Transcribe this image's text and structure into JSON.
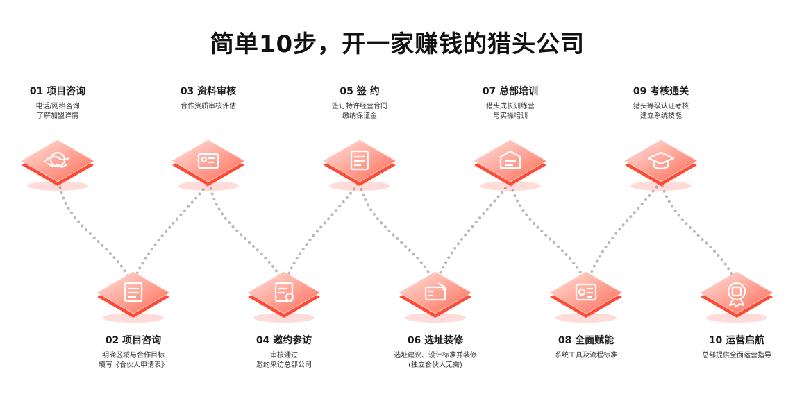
{
  "title": "简单10步，开一家赚钱的猎头公司",
  "accent_color": "#ff5a45",
  "steps": [
    {
      "label": "01 项目咨询",
      "desc": "电话/网络咨询\n了解加盟详情",
      "icon": "handshake-icon"
    },
    {
      "label": "02 项目咨询",
      "desc": "明确区域与合作目标\n填写《合伙人申请表》",
      "icon": "application-form-icon"
    },
    {
      "label": "03 资料审核",
      "desc": "合作资质审核评估",
      "icon": "id-card-icon"
    },
    {
      "label": "04 邀约参访",
      "desc": "审核通过\n邀约来访总部公司",
      "icon": "invitation-icon"
    },
    {
      "label": "05 签 约",
      "desc": "签订特许经营合同\n缴纳保证金",
      "icon": "contract-icon"
    },
    {
      "label": "06 选址装修",
      "desc": "选址建议、设计标准并装修\n(独立合伙人无需)",
      "icon": "decoration-icon"
    },
    {
      "label": "07 总部培训",
      "desc": "猎头成长训练营\n与实操培训",
      "icon": "training-icon"
    },
    {
      "label": "08 全面赋能",
      "desc": "系统工具及流程标准",
      "icon": "system-tools-icon"
    },
    {
      "label": "09 考核通关",
      "desc": "猎头等级认证考核\n建立系统技能",
      "icon": "graduation-cap-icon"
    },
    {
      "label": "10 运营启航",
      "desc": "总部提供全面运营指导",
      "icon": "award-badge-icon"
    }
  ]
}
